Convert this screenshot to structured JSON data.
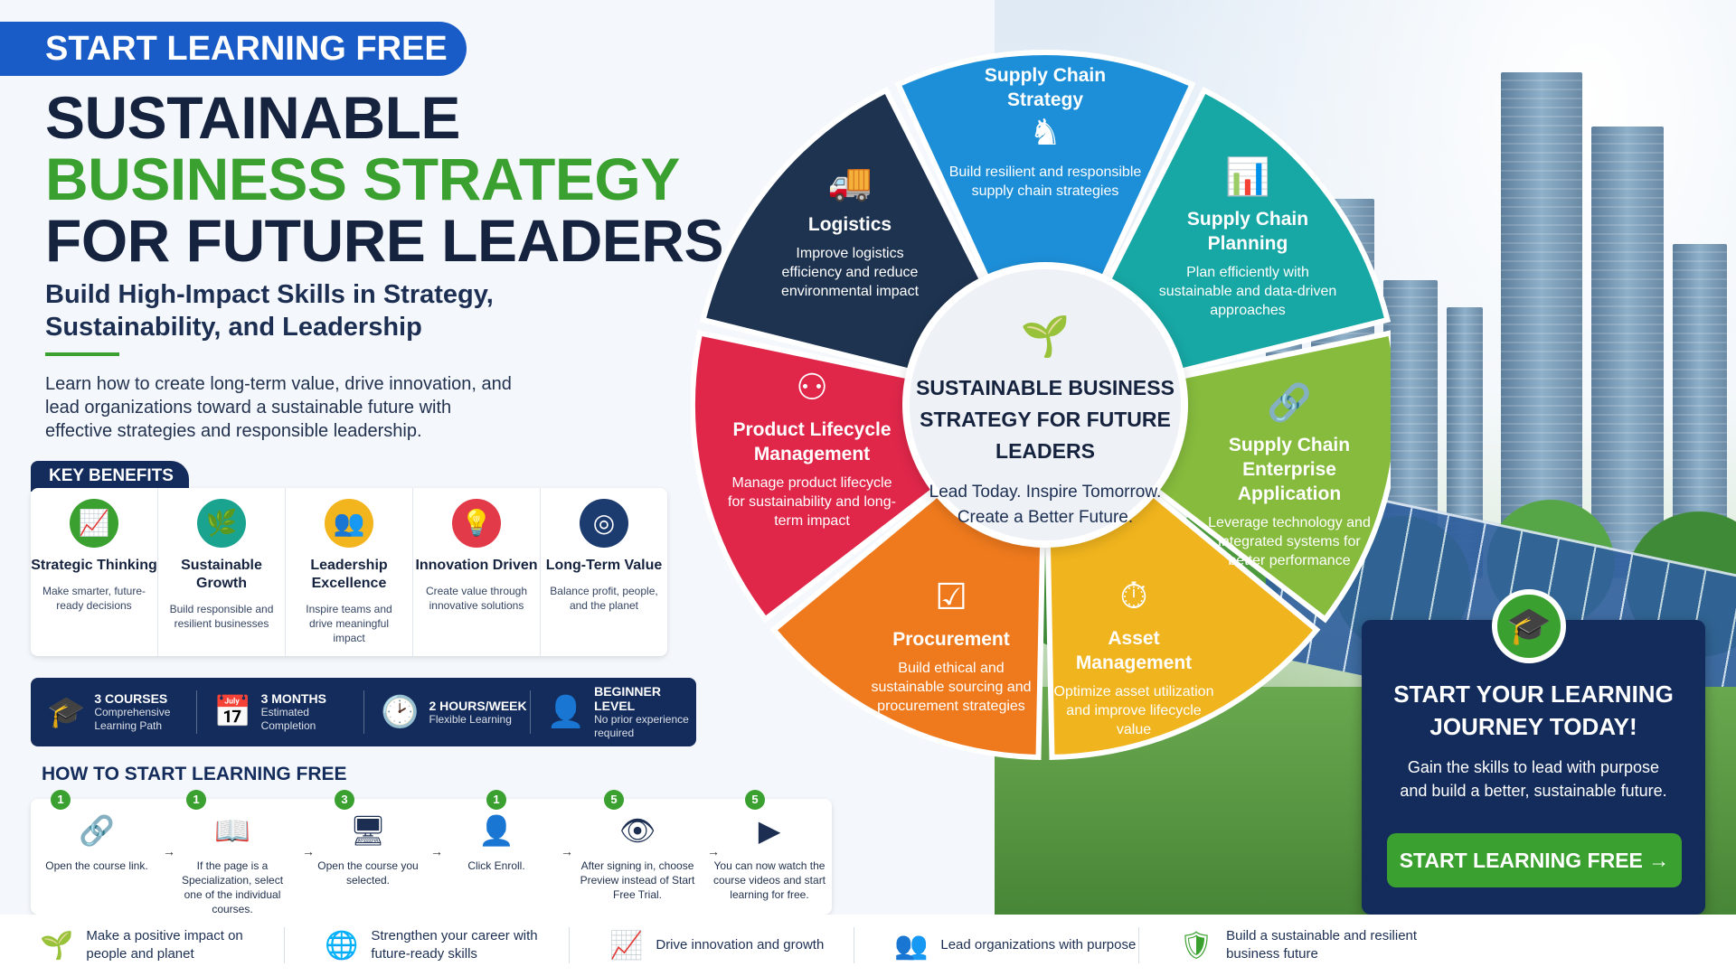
{
  "ribbon": "START LEARNING FREE",
  "title": {
    "line1": "SUSTAINABLE",
    "line2": "BUSINESS STRATEGY",
    "line3": "FOR FUTURE LEADERS"
  },
  "subtitle": "Build High-Impact Skills in Strategy, Sustainability, and Leadership",
  "intro": "Learn how to create long-term value, drive innovation, and lead organizations toward a sustainable future with effective strategies and responsible leadership.",
  "key_benefits": {
    "heading": "KEY BENEFITS",
    "items": [
      {
        "name": "Strategic Thinking",
        "desc": "Make smarter, future-ready decisions",
        "icon": "growth-chart-icon",
        "color": "#3aa02f"
      },
      {
        "name": "Sustainable Growth",
        "desc": "Build responsible and resilient businesses",
        "icon": "leaf-icon",
        "color": "#1aa38f"
      },
      {
        "name": "Leadership Excellence",
        "desc": "Inspire teams and drive meaningful impact",
        "icon": "team-icon",
        "color": "#f2b51d"
      },
      {
        "name": "Innovation Driven",
        "desc": "Create value through innovative solutions",
        "icon": "lightbulb-icon",
        "color": "#e23a48"
      },
      {
        "name": "Long-Term Value",
        "desc": "Balance profit, people, and the planet",
        "icon": "target-icon",
        "color": "#1c3b6e"
      }
    ]
  },
  "stats": [
    {
      "title": "3 COURSES",
      "sub": "Comprehensive Learning Path",
      "icon": "graduation-cap-icon"
    },
    {
      "title": "3 MONTHS",
      "sub": "Estimated Completion",
      "icon": "calendar-icon"
    },
    {
      "title": "2 HOURS/WEEK",
      "sub": "Flexible Learning",
      "icon": "clock-icon"
    },
    {
      "title": "BEGINNER LEVEL",
      "sub": "No prior experience required",
      "icon": "user-icon"
    }
  ],
  "how_to": {
    "heading": "HOW TO START LEARNING FREE",
    "steps": [
      {
        "num": "1",
        "text": "Open the course link.",
        "icon": "link-icon"
      },
      {
        "num": "1",
        "text": "If the page is a Specialization, select one of the individual courses.",
        "icon": "book-icon"
      },
      {
        "num": "3",
        "text": "Open the course you selected.",
        "icon": "monitor-icon"
      },
      {
        "num": "1",
        "text": "Click Enroll.",
        "icon": "add-user-icon"
      },
      {
        "num": "5",
        "text": "After signing in, choose Preview instead of Start Free Trial.",
        "icon": "eye-icon"
      },
      {
        "num": "5",
        "text": "You can now watch the course videos and start learning for free.",
        "icon": "play-icon"
      }
    ]
  },
  "strip": [
    {
      "text": "Make a positive impact on people and planet",
      "icon": "sprout-icon"
    },
    {
      "text": "Strengthen your career with future-ready skills",
      "icon": "globe-icon"
    },
    {
      "text": "Drive innovation and growth",
      "icon": "bar-growth-icon"
    },
    {
      "text": "Lead organizations with purpose",
      "icon": "people-icon"
    },
    {
      "text": "Build a sustainable and resilient business future",
      "icon": "shield-check-icon"
    }
  ],
  "wheel": {
    "hub_title": "SUSTAINABLE BUSINESS STRATEGY FOR FUTURE LEADERS",
    "hub_tagline": "Lead Today. Inspire Tomorrow. Create a Better Future.",
    "segments": [
      {
        "title": "Supply Chain Strategy",
        "desc": "Build resilient and responsible supply chain strategies",
        "color": "#1d8fd8",
        "icon": "chess-knight-icon"
      },
      {
        "title": "Supply Chain Planning",
        "desc": "Plan efficiently with sustainable and data-driven approaches",
        "color": "#17a7a4",
        "icon": "presentation-icon"
      },
      {
        "title": "Supply Chain Enterprise Application",
        "desc": "Leverage technology and integrated systems for better performance",
        "color": "#86bb3d",
        "icon": "chain-link-icon"
      },
      {
        "title": "Asset Management",
        "desc": "Optimize asset utilization and improve lifecycle value",
        "color": "#f0b41e",
        "icon": "asset-clock-icon"
      },
      {
        "title": "Procurement",
        "desc": "Build ethical and sustainable sourcing and procurement strategies",
        "color": "#ef7a1d",
        "icon": "checklist-icon"
      },
      {
        "title": "Product Lifecycle Management",
        "desc": "Manage product lifecycle for sustainability and long-term impact",
        "color": "#e0274a",
        "icon": "hierarchy-icon"
      },
      {
        "title": "Logistics",
        "desc": "Improve logistics efficiency and reduce environmental impact",
        "color": "#1e3350",
        "icon": "truck-icon"
      }
    ]
  },
  "cta": {
    "title": "START YOUR LEARNING JOURNEY TODAY!",
    "text": "Gain the skills to lead with purpose and build a better, sustainable future.",
    "button": "START LEARNING FREE →"
  }
}
